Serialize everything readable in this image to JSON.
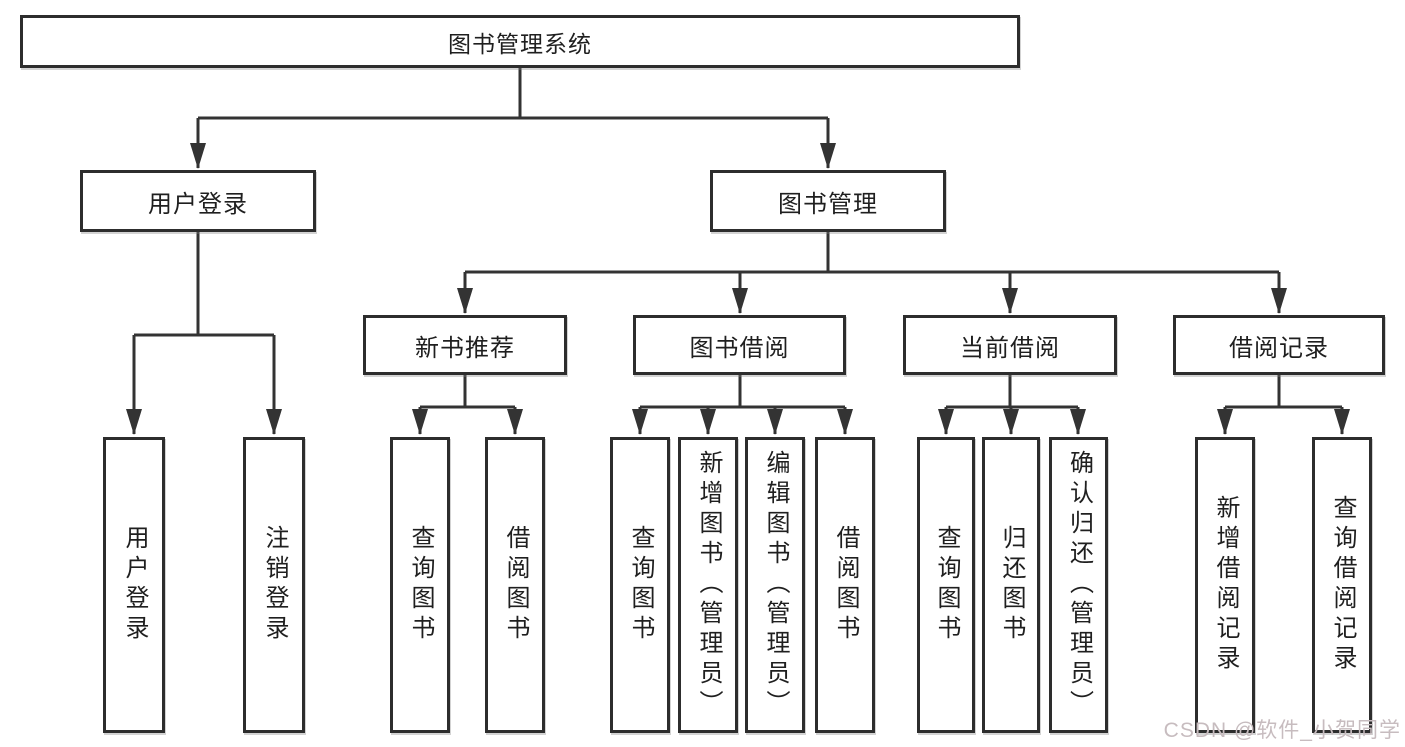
{
  "diagram": {
    "root": {
      "label": "图书管理系统"
    },
    "user_login": {
      "label": "用户登录",
      "children": [
        {
          "label": "用户登录"
        },
        {
          "label": "注销登录"
        }
      ]
    },
    "book_mgmt": {
      "label": "图书管理",
      "sections": [
        {
          "label": "新书推荐",
          "children": [
            {
              "label": "查询图书"
            },
            {
              "label": "借阅图书"
            }
          ]
        },
        {
          "label": "图书借阅",
          "children": [
            {
              "label": "查询图书"
            },
            {
              "label": "新增图书（管理员）"
            },
            {
              "label": "编辑图书（管理员）"
            },
            {
              "label": "借阅图书"
            }
          ]
        },
        {
          "label": "当前借阅",
          "children": [
            {
              "label": "查询图书"
            },
            {
              "label": "归还图书"
            },
            {
              "label": "确认归还（管理员）"
            }
          ]
        },
        {
          "label": "借阅记录",
          "children": [
            {
              "label": "新增借阅记录"
            },
            {
              "label": "查询借阅记录"
            }
          ]
        }
      ]
    }
  },
  "watermark": {
    "text": "CSDN @软件_小贺同学"
  },
  "colors": {
    "line": "#333333",
    "box_border": "#2d2d2d",
    "text": "#1f1f1f",
    "watermark": "#c7bcbf",
    "background": "#ffffff"
  }
}
